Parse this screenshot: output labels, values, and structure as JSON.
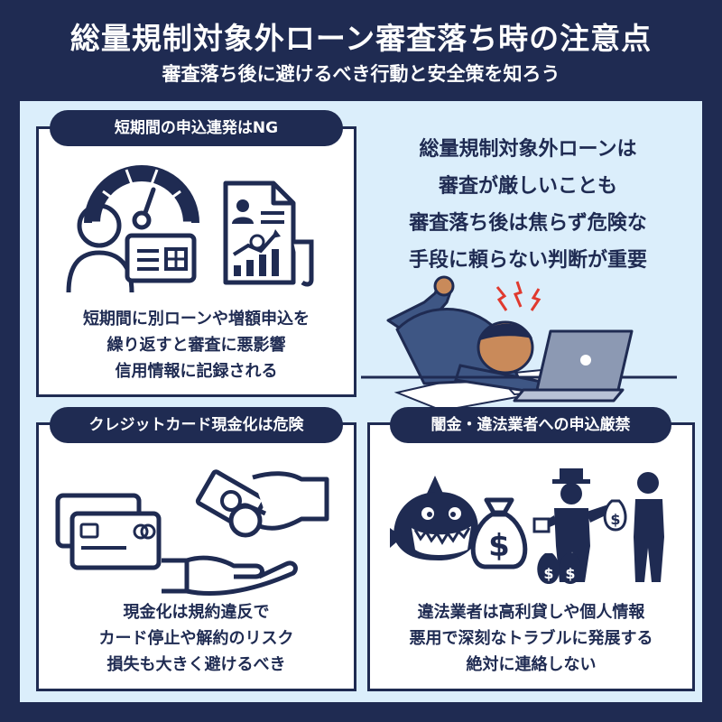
{
  "header": {
    "title": "総量規制対象外ローン審査落ち時の注意点",
    "subtitle": "審査落ち後に避けるべき行動と安全策を知ろう"
  },
  "colors": {
    "navy": "#1f2b52",
    "light_blue": "#dbeefb",
    "white": "#ffffff",
    "skin": "#c98a5a",
    "alert_red": "#e03a2f"
  },
  "center": {
    "lines": [
      "総量規制対象外ローンは",
      "審査が厳しいことも",
      "審査落ち後は焦らず危険な",
      "手段に頼らない判断が重要"
    ],
    "illustration_icons": [
      "stressed-man-icon",
      "laptop-icon",
      "stress-spark-icon"
    ]
  },
  "cards": {
    "application": {
      "label": "短期間の申込連発はNG",
      "lines": [
        "短期間に別ローンや増額申込を",
        "繰り返すと審査に悪影響",
        "信用情報に記録される"
      ],
      "icons": [
        "person-icon",
        "credit-score-gauge-icon",
        "id-card-icon",
        "credit-report-document-icon"
      ]
    },
    "credit_card": {
      "label": "クレジットカード現金化は危険",
      "lines": [
        "現金化は規約違反で",
        "カード停止や解約のリスク",
        "損失も大きく避けるべき"
      ],
      "icons": [
        "credit-cards-icon",
        "cash-in-hand-icon",
        "receiving-hand-icon"
      ]
    },
    "illegal": {
      "label": "闇金・違法業者への申込厳禁",
      "lines": [
        "違法業者は高利貸しや個人情報",
        "悪用で深刻なトラブルに発展する",
        "絶対に連絡しない"
      ],
      "icons": [
        "loan-shark-icon",
        "money-bag-icon",
        "shady-lender-icon"
      ]
    }
  }
}
